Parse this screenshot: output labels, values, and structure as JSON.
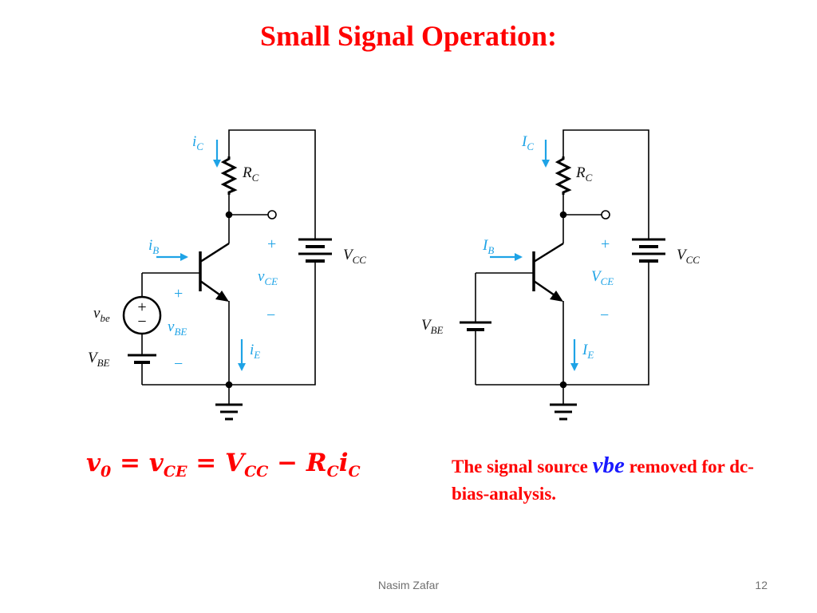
{
  "slide": {
    "title": "Small Signal Operation:",
    "equation": {
      "parts": [
        "v",
        "0",
        " = v",
        "CE",
        " = V",
        "CC",
        " − R",
        "C",
        "i",
        "C"
      ]
    },
    "note": {
      "text_before": "The signal source ",
      "highlight": "vbe",
      "text_after": " removed for dc-bias-analysis."
    },
    "footer": {
      "author": "Nasim Zafar",
      "page_number": "12"
    },
    "colors": {
      "title": "#ff0000",
      "arrows": "#1ea3e6",
      "highlight": "#1a1aff",
      "wire": "#000000"
    }
  },
  "left_circuit": {
    "ic": {
      "main": "i",
      "sub": "C"
    },
    "rc": {
      "main": "R",
      "sub": "C"
    },
    "ib": {
      "main": "i",
      "sub": "B"
    },
    "vce": {
      "main": "v",
      "sub": "CE"
    },
    "vcc": {
      "main": "V",
      "sub": "CC"
    },
    "vbe_small": {
      "main": "v",
      "sub": "be"
    },
    "vbe_drop": {
      "main": "v",
      "sub": "BE"
    },
    "vbe_source": {
      "main": "V",
      "sub": "BE"
    },
    "ie": {
      "main": "i",
      "sub": "E"
    },
    "plus": "+",
    "minus": "−",
    "source_plus": "+",
    "source_minus": "−"
  },
  "right_circuit": {
    "ic": {
      "main": "I",
      "sub": "C"
    },
    "rc": {
      "main": "R",
      "sub": "C"
    },
    "ib": {
      "main": "I",
      "sub": "B"
    },
    "vce": {
      "main": "V",
      "sub": "CE"
    },
    "vcc": {
      "main": "V",
      "sub": "CC"
    },
    "vbe_source": {
      "main": "V",
      "sub": "BE"
    },
    "ie": {
      "main": "I",
      "sub": "E"
    },
    "plus": "+",
    "minus": "−"
  }
}
